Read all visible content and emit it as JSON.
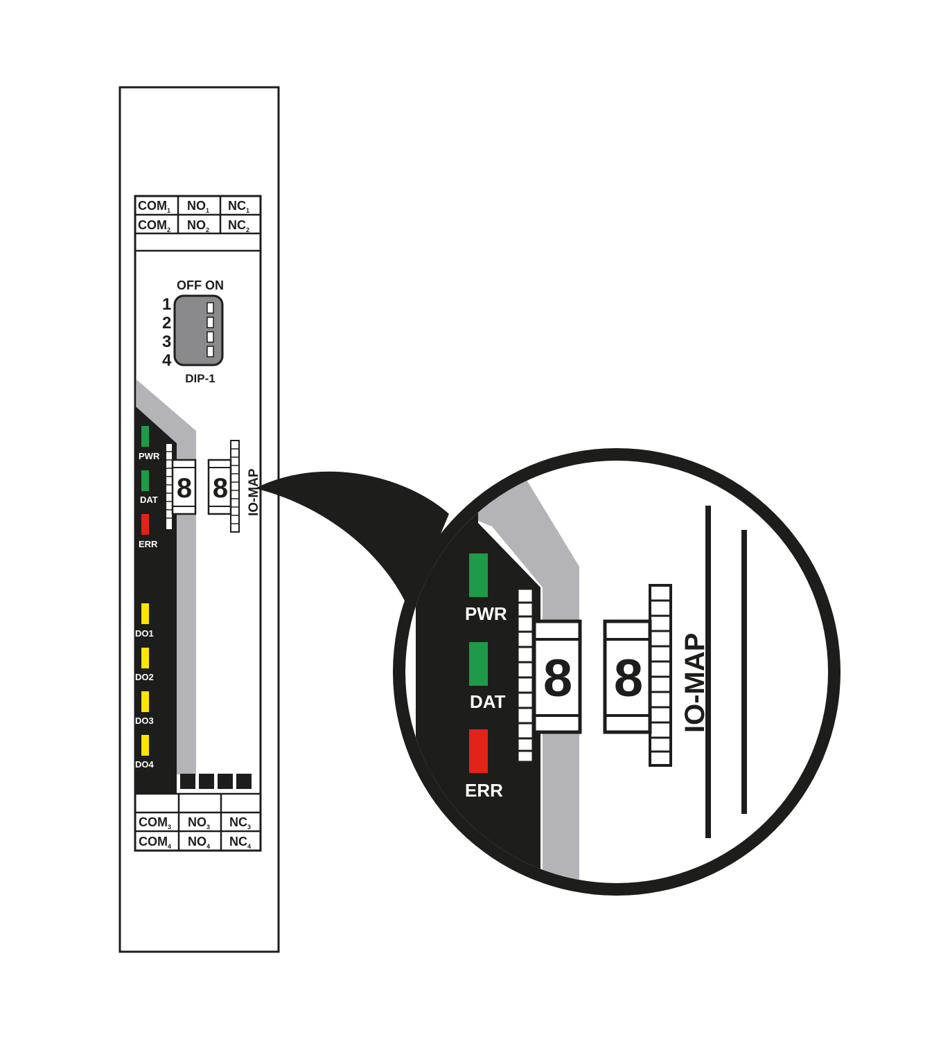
{
  "terminals_top": [
    [
      {
        "text": "COM",
        "sub": "1"
      },
      {
        "text": "NO",
        "sub": "1"
      },
      {
        "text": "NC",
        "sub": "1"
      }
    ],
    [
      {
        "text": "COM",
        "sub": "2"
      },
      {
        "text": "NO",
        "sub": "2"
      },
      {
        "text": "NC",
        "sub": "2"
      }
    ]
  ],
  "terminals_bottom": [
    [
      {
        "text": "COM",
        "sub": "3"
      },
      {
        "text": "NO",
        "sub": "3"
      },
      {
        "text": "NC",
        "sub": "3"
      }
    ],
    [
      {
        "text": "COM",
        "sub": "4"
      },
      {
        "text": "NO",
        "sub": "4"
      },
      {
        "text": "NC",
        "sub": "4"
      }
    ]
  ],
  "dip_switch": {
    "header": "OFF ON",
    "numbers": [
      "1",
      "2",
      "3",
      "4"
    ],
    "label": "DIP-1"
  },
  "leds": {
    "status": [
      {
        "label": "PWR",
        "color": "#1f9a48"
      },
      {
        "label": "DAT",
        "color": "#1f9a48"
      },
      {
        "label": "ERR",
        "color": "#e2231a"
      }
    ],
    "outputs": [
      {
        "label": "DO1",
        "color": "#ffe400"
      },
      {
        "label": "DO2",
        "color": "#ffe400"
      },
      {
        "label": "DO3",
        "color": "#ffe400"
      },
      {
        "label": "DO4",
        "color": "#ffe400"
      }
    ]
  },
  "rotary_switches": {
    "left_digit": "8",
    "right_digit": "8",
    "label": "IO-MAP"
  },
  "zoom": {
    "status_labels": [
      "PWR",
      "DAT",
      "ERR"
    ],
    "left_digit": "8",
    "right_digit": "8",
    "label": "IO-MAP"
  },
  "colors": {
    "panel_dark": "#1d1d1b",
    "stripe_gray": "#b4b4b8",
    "dip_gray": "#8a8a8c"
  }
}
